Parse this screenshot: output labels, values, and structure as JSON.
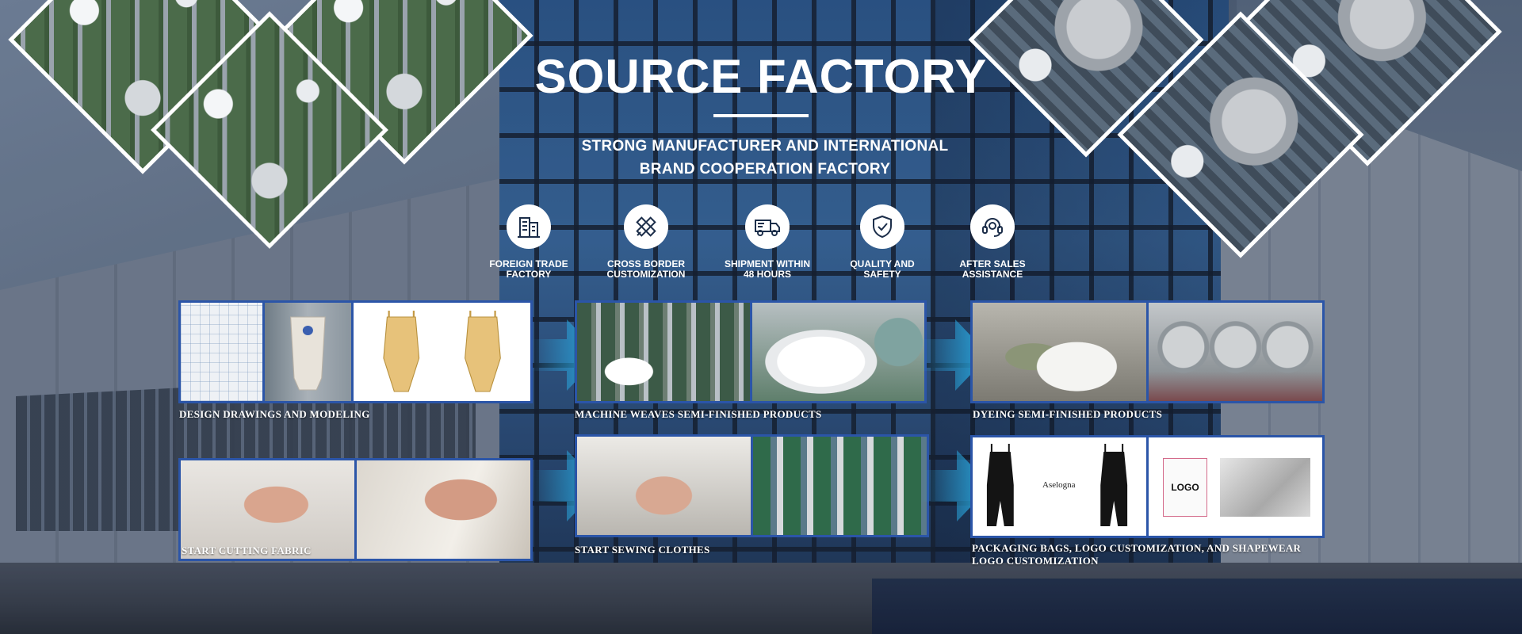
{
  "hero": {
    "title": "SOURCE FACTORY",
    "subtitle_line1": "STRONG MANUFACTURER AND INTERNATIONAL",
    "subtitle_line2": "BRAND COOPERATION FACTORY"
  },
  "features": [
    {
      "icon": "building-icon",
      "line1": "FOREIGN TRADE",
      "line2": "FACTORY"
    },
    {
      "icon": "ruler-pencil-icon",
      "line1": "CROSS BORDER",
      "line2": "CUSTOMIZATION"
    },
    {
      "icon": "truck-icon",
      "line1": "SHIPMENT WITHIN",
      "line2": "48 HOURS"
    },
    {
      "icon": "shield-check-icon",
      "line1": "QUALITY AND",
      "line2": "SAFETY"
    },
    {
      "icon": "headset-icon",
      "line1": "AFTER SALES",
      "line2": "ASSISTANCE"
    }
  ],
  "process": [
    {
      "caption": "DESIGN DRAWINGS AND MODELING"
    },
    {
      "caption": "MACHINE WEAVES SEMI-FINISHED PRODUCTS"
    },
    {
      "caption": "DYEING SEMI-FINISHED PRODUCTS"
    },
    {
      "caption": "START CUTTING FABRIC"
    },
    {
      "caption": "START SEWING CLOTHES"
    },
    {
      "caption": "PACKAGING BAGS, LOGO CUSTOMIZATION, AND SHAPEWEAR LOGO CUSTOMIZATION"
    }
  ],
  "product_labels": {
    "logo_box": "LOGO",
    "brand_mark": "Aselogna"
  },
  "colors": {
    "panel_border": "#2b55a8",
    "arrow": "#29a8e0",
    "text": "#ffffff"
  }
}
